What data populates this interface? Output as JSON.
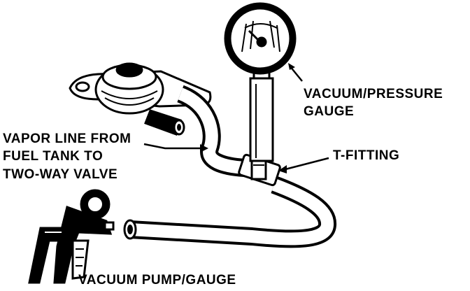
{
  "labels": {
    "vacuum_pressure_gauge": [
      "VACUUM/PRESSURE",
      "GAUGE"
    ],
    "vapor_line": [
      "VAPOR LINE FROM",
      "FUEL TANK TO",
      "TWO-WAY VALVE"
    ],
    "t_fitting": "T-FITTING",
    "vacuum_pump_gauge": "VACUUM PUMP/GAUGE"
  },
  "colors": {
    "ink": "#000000",
    "paper": "#ffffff"
  }
}
